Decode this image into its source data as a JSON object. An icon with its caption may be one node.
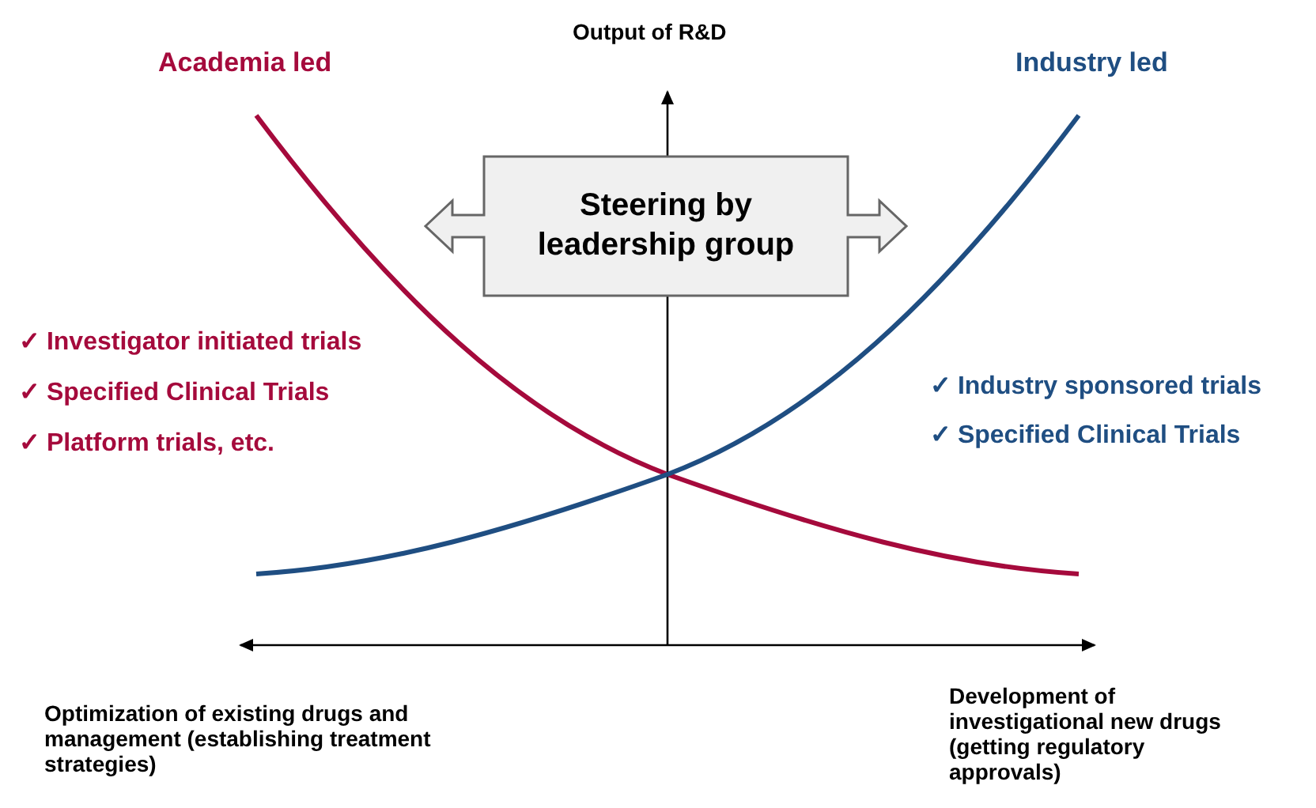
{
  "diagram": {
    "nodes": [
      {
        "text": [
          "Steering by leadership group"
        ]
      }
    ],
    "edges": [],
    "labels": [
      "Academia led",
      "Output of R&D",
      "Industry led",
      "✓ Investigator initiated trials",
      "✓ Specified Clinical Trials",
      "✓ Platform trials, etc.",
      "✓ Industry sponsored trials",
      "✓ Specified Clinical Trials",
      "Optimization of existing drugs and management (establishing treatment strategies)",
      "Development of investigational new drugs (getting regulatory approvals)"
    ]
  }
}
